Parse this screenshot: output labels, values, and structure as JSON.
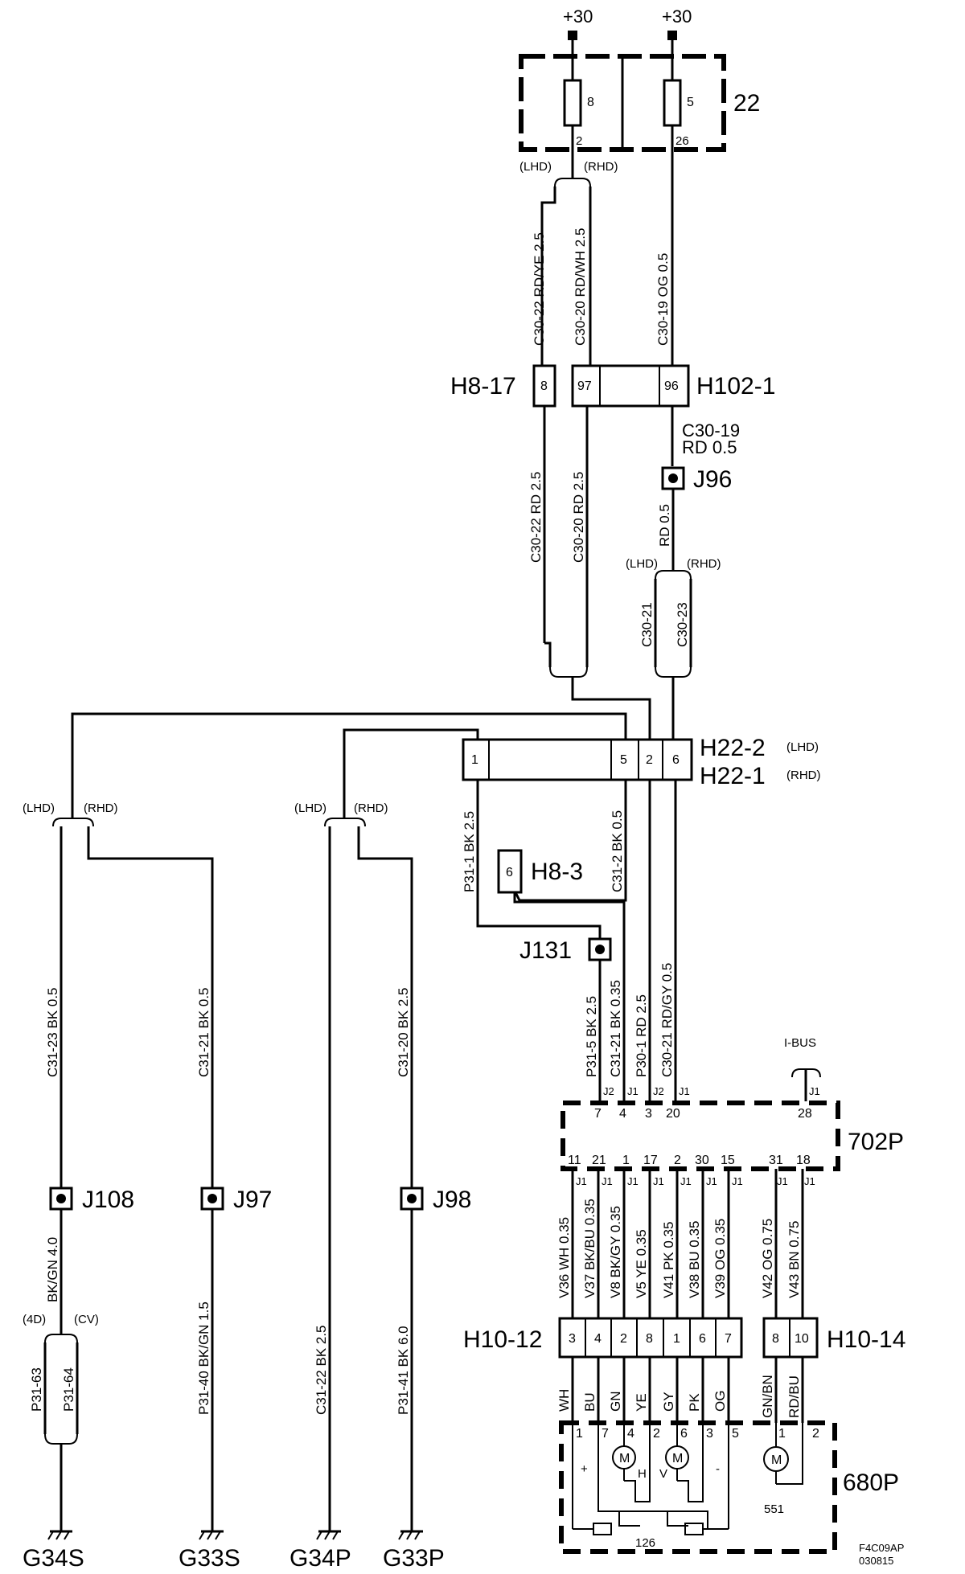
{
  "supplies": {
    "left": "+30",
    "right": "+30"
  },
  "fusebox": {
    "id": "22",
    "fuse_left": "8",
    "fuse_right": "5",
    "pin_left": "2",
    "pin_right": "26"
  },
  "variants": {
    "lhd": "(LHD)",
    "rhd": "(RHD)",
    "d4": "(4D)",
    "cv": "(CV)"
  },
  "connectors": {
    "h8_17": {
      "name": "H8-17",
      "pin": "8"
    },
    "h102_1": {
      "name": "H102-1",
      "pins": [
        "97",
        "96"
      ]
    },
    "h22_2": {
      "name": "H22-2",
      "variant": "(LHD)"
    },
    "h22_1": {
      "name": "H22-1",
      "variant": "(RHD)"
    },
    "h22_pins": [
      "1",
      "5",
      "2",
      "6"
    ],
    "h8_3": {
      "name": "H8-3",
      "pin": "6"
    },
    "h10_12": {
      "name": "H10-12",
      "pins": [
        "3",
        "4",
        "2",
        "8",
        "1",
        "6",
        "7"
      ]
    },
    "h10_14": {
      "name": "H10-14",
      "pins": [
        "8",
        "10"
      ]
    }
  },
  "junctions": {
    "j96": "J96",
    "j131": "J131",
    "j108": "J108",
    "j97": "J97",
    "j98": "J98"
  },
  "wires_upper": {
    "c30_22_top": "C30-22  RD/YE  2.5",
    "c30_20_top": "C30-20  RD/WH  2.5",
    "c30_19_top": "C30-19  OG  0.5",
    "c30_19_bottom_a": "C30-19",
    "c30_19_bottom_b": "RD    0.5",
    "c30_22_mid": "C30-22  RD  2.5",
    "c30_20_mid": "C30-20  RD  2.5",
    "rd_05": "RD  0.5",
    "c30_21": "C30-21",
    "c30_23": "C30-23"
  },
  "wires_middle": {
    "p31_1": "P31-1  BK  2.5",
    "c31_2": "C31-2  BK  0.5",
    "p31_5": "P31-5  BK  2.5",
    "c31_21_035": "C31-21  BK  0.35",
    "p30_1": "P30-1  RD  2.5",
    "c30_21_gy": "C30-21  RD/GY  0.5"
  },
  "wires_left": {
    "c31_23": "C31-23  BK  0.5",
    "c31_21": "C31-21  BK  0.5",
    "c31_20": "C31-20  BK  2.5",
    "bkgn_40": "BK/GN  4.0",
    "p31_63": "P31-63",
    "p31_64": "P31-64",
    "p31_40": "P31-40  BK/GN  1.5",
    "c31_22": "C31-22  BK  2.5",
    "p31_41": "P31-41  BK  6.0"
  },
  "grounds": [
    "G34S",
    "G33S",
    "G34P",
    "G33P"
  ],
  "module_702p": {
    "name": "702P",
    "ibus": "I-BUS",
    "top_pins": [
      "7",
      "4",
      "3",
      "20",
      "28"
    ],
    "top_sockets": [
      "J2",
      "J1",
      "J2",
      "J1",
      "J1"
    ],
    "bottom_pins": [
      "11",
      "21",
      "1",
      "17",
      "2",
      "30",
      "15",
      "31",
      "18"
    ],
    "bottom_sockets": [
      "J1",
      "J1",
      "J1",
      "J1",
      "J1",
      "J1",
      "J1",
      "J1",
      "J1"
    ]
  },
  "wires_lower": [
    "V36  WH  0.35",
    "V37  BK/BU  0.35",
    "V8  BK/GY  0.35",
    "V5  YE  0.35",
    "V41  PK  0.35",
    "V38  BU  0.35",
    "V39  OG  0.35",
    "V42  OG  0.75",
    "V43  BN  0.75"
  ],
  "motor_colors": [
    "WH",
    "BU",
    "GN",
    "YE",
    "GY",
    "PK",
    "OG",
    "GN/BN",
    "RD/BU"
  ],
  "module_680p": {
    "name": "680P",
    "pins": [
      "1",
      "7",
      "4",
      "2",
      "6",
      "3",
      "5",
      "1",
      "2"
    ],
    "motor": "M",
    "label_h": "H",
    "label_v": "V",
    "plus": "+",
    "minus": "-",
    "part_126": "126",
    "part_551": "551"
  },
  "footer": {
    "code": "F4C09AP",
    "date": "030815"
  }
}
